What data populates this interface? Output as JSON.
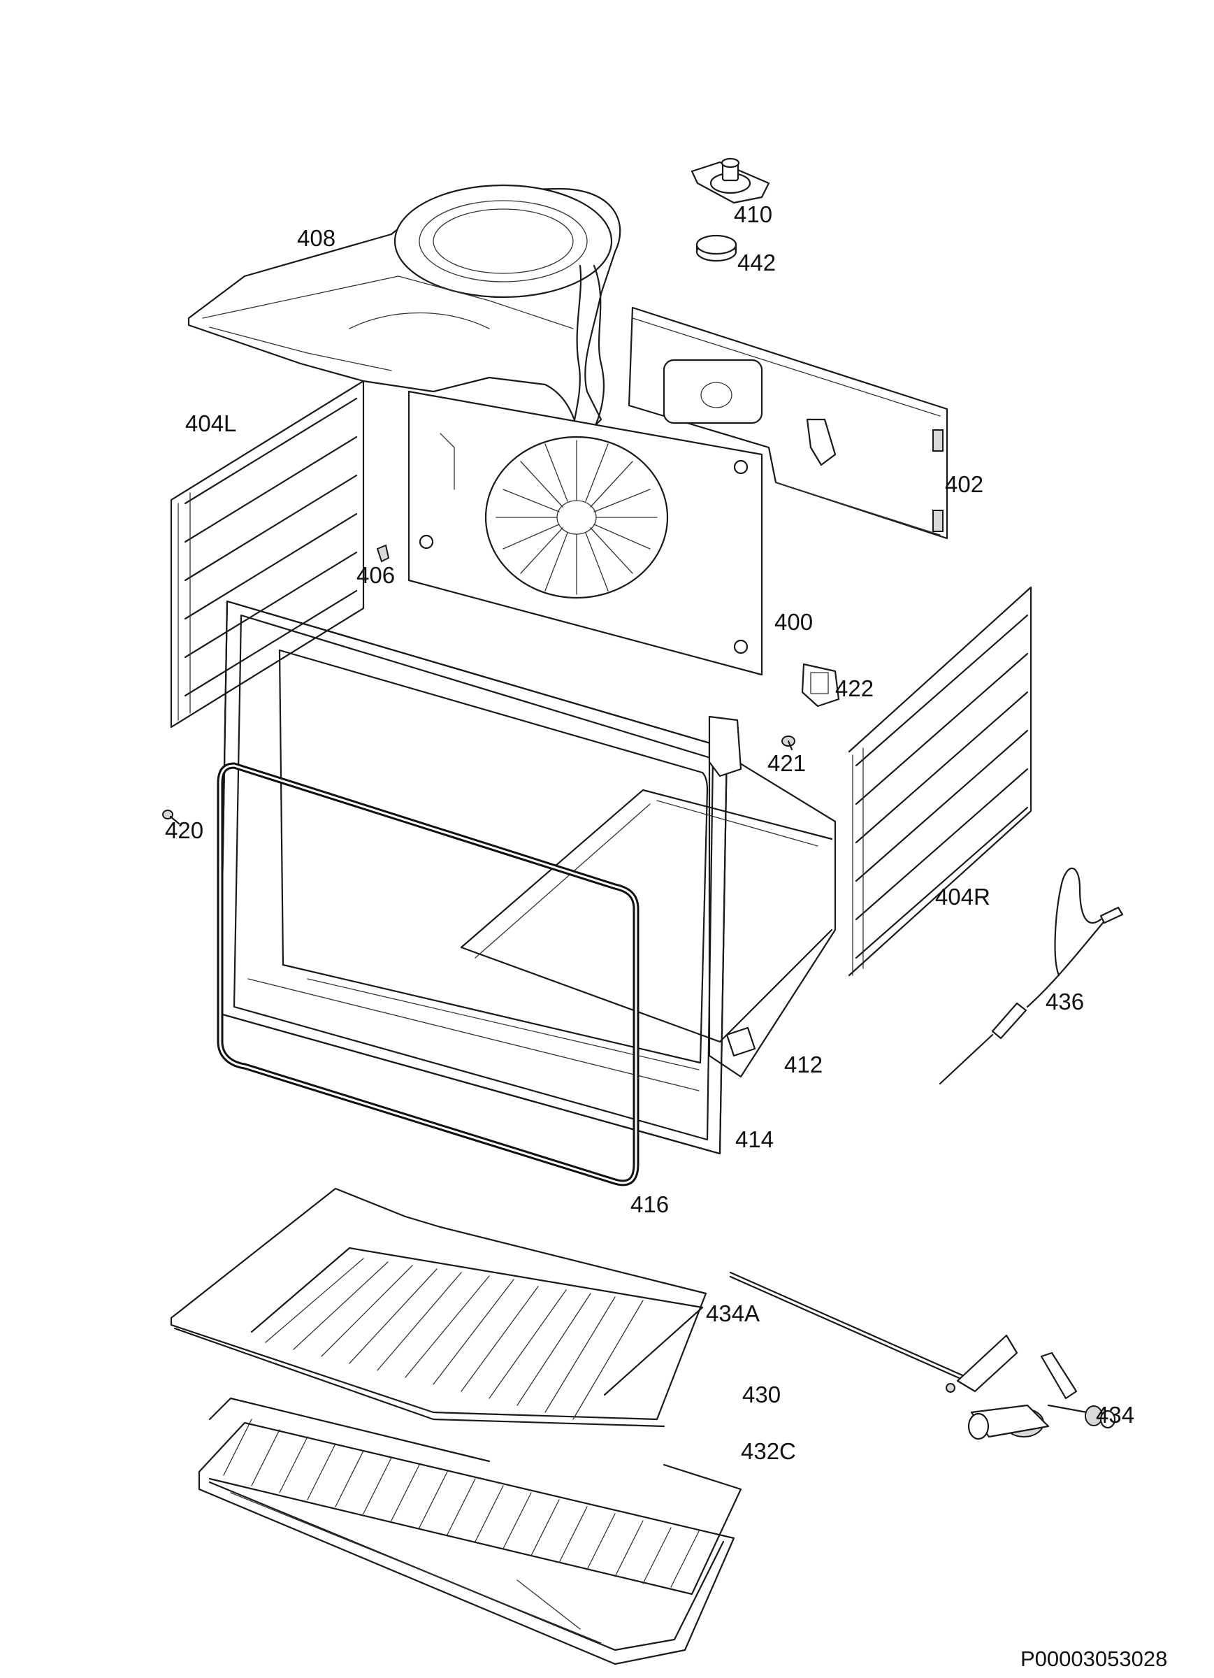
{
  "diagram": {
    "document_id": "P00003053028",
    "parts": [
      {
        "id": "fan_cover",
        "label": "408"
      },
      {
        "id": "lamp_holder",
        "label": "410"
      },
      {
        "id": "lamp_glass",
        "label": "442"
      },
      {
        "id": "rail_right_back",
        "label": "402"
      },
      {
        "id": "shelf_support_left",
        "label": "404L"
      },
      {
        "id": "clip_406",
        "label": "406"
      },
      {
        "id": "back_panel",
        "label": "400"
      },
      {
        "id": "connector_422",
        "label": "422"
      },
      {
        "id": "screw_421",
        "label": "421"
      },
      {
        "id": "screw_420",
        "label": "420"
      },
      {
        "id": "shelf_support_right",
        "label": "404R"
      },
      {
        "id": "meat_probe",
        "label": "436"
      },
      {
        "id": "bottom_frame",
        "label": "412"
      },
      {
        "id": "oven_front_frame",
        "label": "414"
      },
      {
        "id": "door_gasket",
        "label": "416"
      },
      {
        "id": "wire_shelf",
        "label": "434A"
      },
      {
        "id": "rotisserie",
        "label": "434"
      },
      {
        "id": "grid_430",
        "label": "430"
      },
      {
        "id": "baking_tray",
        "label": "432C"
      }
    ]
  }
}
